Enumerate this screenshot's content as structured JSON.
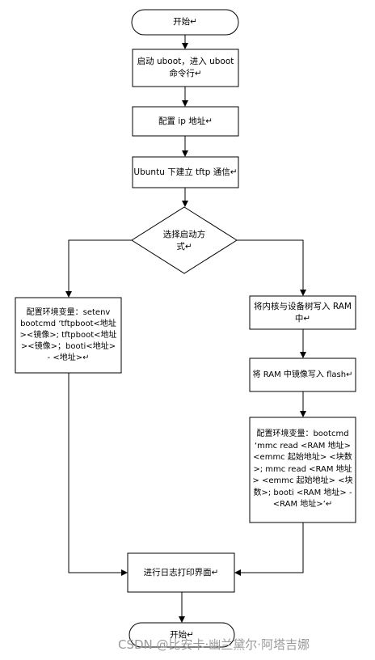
{
  "nodes": {
    "start": "开始↵",
    "uboot": "启动 uboot，进入 uboot 命令行↵",
    "ip": "配置 ip 地址↵",
    "tftp": "Ubuntu 下建立 tftp 通信↵",
    "choose": "选择启动方式↵",
    "left_env": "配置环境变量：setenv bootcmd ‘tftpboot<地址><镜像>; tftpboot<地址><镜像>；booti<地址> - <地址>↵",
    "write_ram": "将内核与设备树写入 RAM 中↵",
    "write_flash": "将 RAM 中镜像写入 flash↵",
    "right_env": "配置环境变量：bootcmd ‘mmc read <RAM 地址> <emmc 起始地址> <块数>; mmc read <RAM 地址> <emmc 起始地址> <块数>; booti <RAM 地址> - <RAM 地址>’↵",
    "log": "进行日志打印界面↵",
    "end": "开始↵"
  },
  "watermark": "CSDN @比安卡·幽兰黛尔·阿塔吉娜"
}
